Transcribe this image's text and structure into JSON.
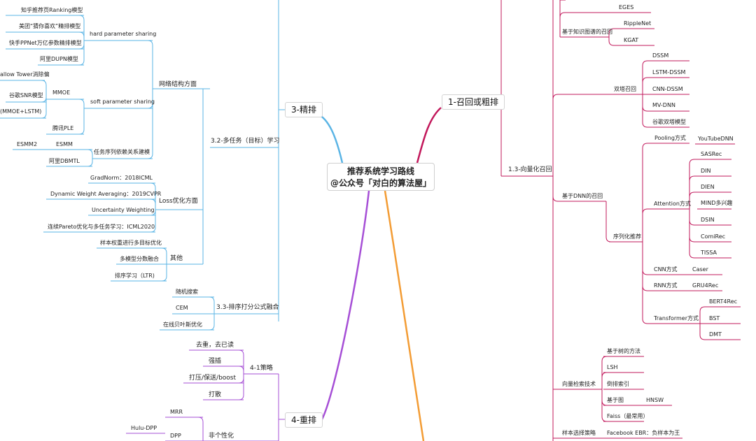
{
  "center": {
    "line1": "推荐系统学习路线",
    "line2": "@公众号「对白的算法屋」"
  },
  "colors": {
    "left_branch": "#5ab4e5",
    "right_branch": "#c2185b",
    "rerank": "#a64fd6",
    "bottom": "#f39c34"
  },
  "left": {
    "main": "3-精排",
    "multitask": "3.2-多任务（目标）学习",
    "network": "网络结构方面",
    "hard": "hard parameter sharing",
    "hard_items": [
      "知乎推荐页Ranking模型",
      "美团“猜你喜欢”精排模型",
      "快手PPNet万亿参数精排模型",
      "阿里DUPN模型"
    ],
    "shallow": "allow Tower消除偏",
    "soft": "soft parameter sharing",
    "mmoe": "MMOE",
    "google_snr": "谷歌SNR模型",
    "mmoe_lstm": "(MMOE+LSTM)",
    "tencent_ple": "腾讯PLE",
    "dependency": "任务序列依赖关系建模",
    "esmm2": "ESMM2",
    "esmm": "ESMM",
    "dbmtl": "阿里DBMTL",
    "loss": "Loss优化方面",
    "loss_items": [
      "GradNorm：2018ICML",
      "Dynamic Weight Averaging：2019CVPR",
      "Uncertainty Weighting",
      "连续Pareto优化与多任务学习：ICML2020"
    ],
    "other": "其他",
    "other_items": [
      "样本权重进行多目标优化",
      "多模型分数融合",
      "排序学习（LTR)"
    ],
    "fusion": "3.3-排序打分公式融合",
    "fusion_items": [
      "随机搜索",
      "CEM",
      "在线贝叶斯优化"
    ]
  },
  "rerank": {
    "main": "4-重排",
    "strategy": "4-1策略",
    "strategy_items": [
      "去重，去已读",
      "强插",
      "打压/保送/boost",
      "打散"
    ],
    "nonpersonal": "非个性化",
    "mrr": "MRR",
    "dpp": "DPP",
    "hulu": "Hulu-DPP"
  },
  "right": {
    "main": "1-召回或粗排",
    "eges": "EGES",
    "kg": "基于知识图谱的召回",
    "kg_items": [
      "RippleNet",
      "KGAT"
    ],
    "vector": "1.3-向量化召回",
    "twotower": "双塔召回",
    "twotower_items": [
      "DSSM",
      "LSTM-DSSM",
      "CNN-DSSM",
      "MV-DNN",
      "谷歌双塔模型"
    ],
    "dnn": "基于DNN的召回",
    "pooling": "Pooling方式",
    "youtube": "YouTubeDNN",
    "attention": "Attention方式",
    "attention_items": [
      "SASRec",
      "DIN",
      "DIEN",
      "MIND多兴趣",
      "DSIN",
      "ComiRec",
      "TISSA"
    ],
    "sequential": "序列化推荐",
    "cnn": "CNN方式",
    "caser": "Caser",
    "rnn": "RNN方式",
    "gru": "GRU4Rec",
    "transformer": "Transformer方式",
    "transformer_items": [
      "BERT4Rec",
      "BST",
      "DMT"
    ],
    "retrieval": "向量检索技术",
    "retrieval_items": [
      "基于树的方法",
      "LSH",
      "倒排索引",
      "基于图",
      "Faiss（最常用）"
    ],
    "hnsw": "HNSW",
    "sampling": "样本选择策略",
    "facebook": "Facebook EBR：负样本为王"
  }
}
